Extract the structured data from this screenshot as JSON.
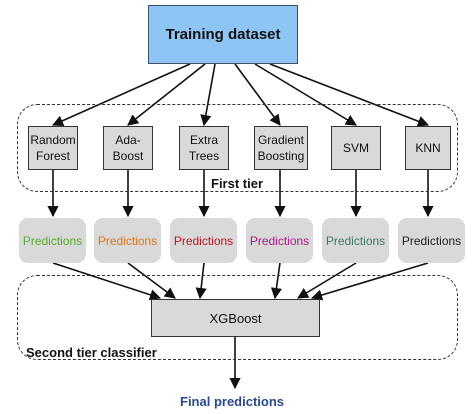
{
  "diagram": {
    "top": "Training dataset",
    "first_tier_label": "First tier",
    "second_tier_label": "Second tier classifier",
    "models": [
      "Random\nForest",
      "Ada-\nBoost",
      "Extra\nTrees",
      "Gradient\nBoosting",
      "SVM",
      "KNN"
    ],
    "predictions": [
      {
        "label": "Predictions",
        "color": "#5aa832"
      },
      {
        "label": "Predictions",
        "color": "#e0741c"
      },
      {
        "label": "Predictions",
        "color": "#c4161c"
      },
      {
        "label": "Predictions",
        "color": "#b0197e"
      },
      {
        "label": "Predictions",
        "color": "#3c7a6a"
      },
      {
        "label": "Predictions",
        "color": "#222222"
      }
    ],
    "meta_model": "XGBoost",
    "final": "Final predictions"
  }
}
